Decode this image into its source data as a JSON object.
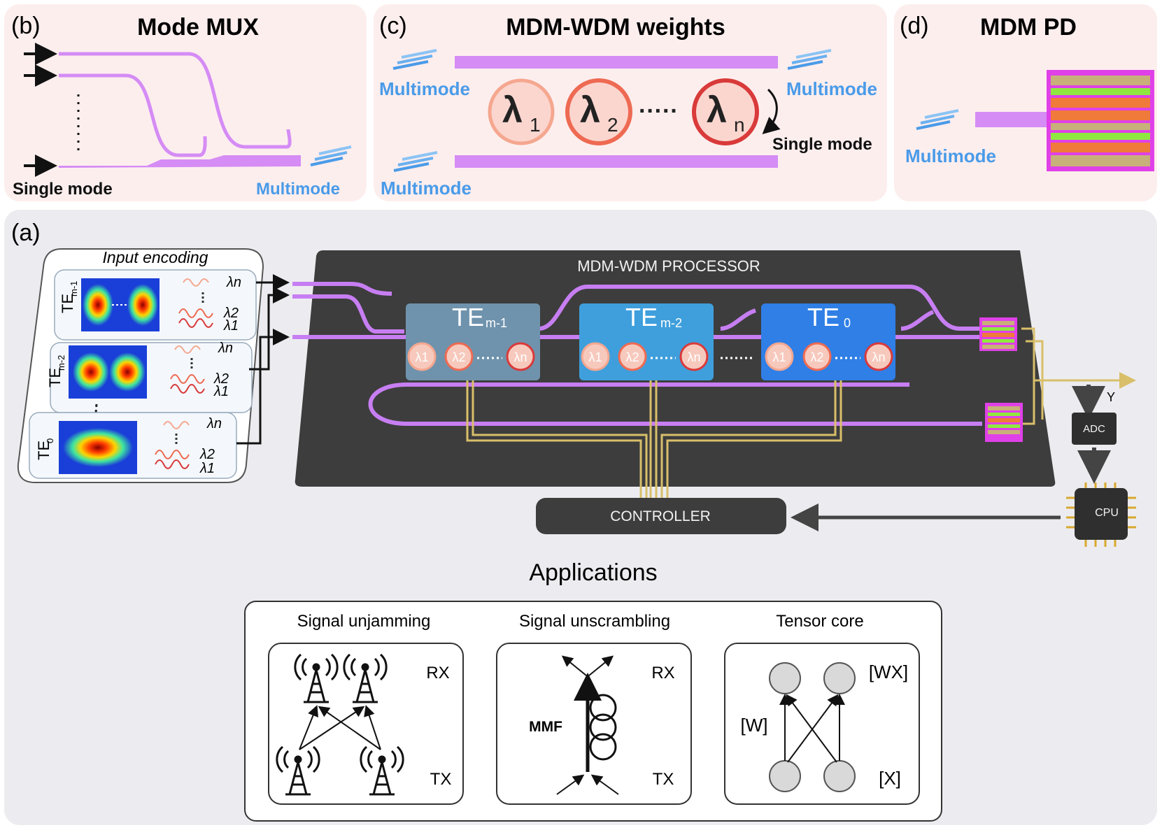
{
  "panel_b": {
    "letter": "(b)",
    "title": "Mode MUX",
    "input_label": "Single mode",
    "output_label": "Multimode"
  },
  "panel_c": {
    "letter": "(c)",
    "title": "MDM-WDM weights",
    "in_label": "Multimode",
    "out_label_top": "Multimode",
    "out_label_bottom": "Multimode",
    "single_mode_label": "Single mode",
    "rings": [
      {
        "sym": "λ",
        "sub": "1"
      },
      {
        "sym": "λ",
        "sub": "2"
      },
      {
        "sym": "λ",
        "sub": "n"
      }
    ],
    "dots": "·····"
  },
  "panel_d": {
    "letter": "(d)",
    "title": "MDM PD",
    "in_label": "Multimode"
  },
  "panel_a": {
    "letter": "(a)",
    "input_encoding": {
      "title": "Input encoding",
      "modes": [
        {
          "label": "TE",
          "sub": "m-1",
          "lambdas": [
            "λn",
            "λ2",
            "λ1"
          ]
        },
        {
          "label": "TE",
          "sub": "m-2",
          "lambdas": [
            "λn",
            "λ2",
            "λ1"
          ]
        },
        {
          "label": "TE",
          "sub": "0",
          "lambdas": [
            "λn",
            "λ2",
            "λ1"
          ]
        }
      ]
    },
    "processor_title": "MDM-WDM PROCESSOR",
    "blocks": [
      {
        "label": "TE",
        "sub": "m-1",
        "color": "#6f93ad"
      },
      {
        "label": "TE",
        "sub": "m-2",
        "color": "#3f9fdc"
      },
      {
        "label": "TE",
        "sub": "0",
        "color": "#2f7fe6"
      }
    ],
    "ring_labels": [
      "λ1",
      "λ2",
      "λn"
    ],
    "controller": "CONTROLLER",
    "adc": "ADC",
    "cpu": "CPU",
    "output_label": "Y"
  },
  "applications": {
    "title": "Applications",
    "items": [
      {
        "title": "Signal unjamming",
        "rx": "RX",
        "tx": "TX"
      },
      {
        "title": "Signal unscrambling",
        "rx": "RX",
        "tx": "TX",
        "mmf": "MMF"
      },
      {
        "title": "Tensor core",
        "wx": "[WX]",
        "w": "[W]",
        "x": "[X]"
      }
    ]
  },
  "colors": {
    "panel_pink": "#fdeeee",
    "panel_gray": "#ececf0",
    "waveguide": "#d58cf5",
    "arrow_blue": "#4a9be8",
    "chip": "#3d3d3d"
  }
}
